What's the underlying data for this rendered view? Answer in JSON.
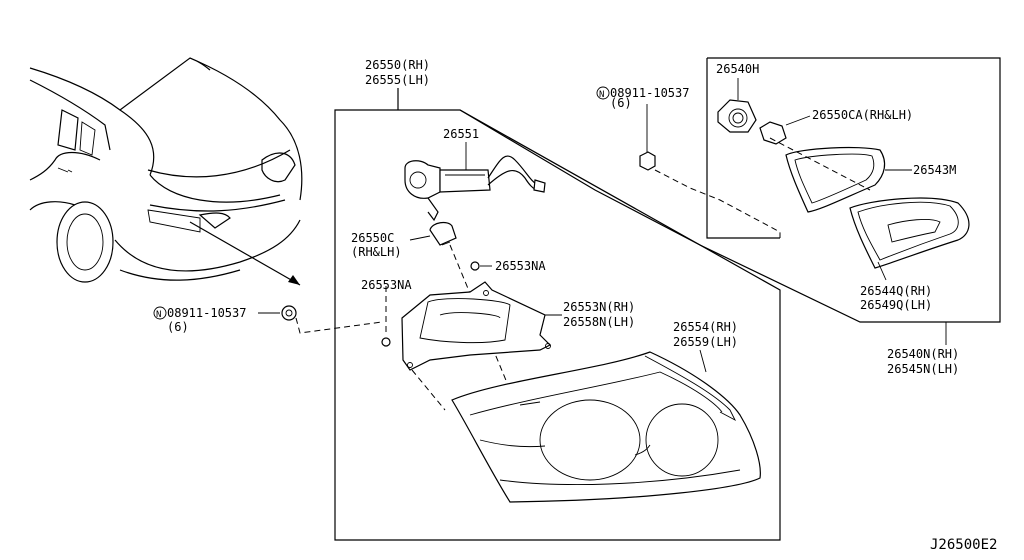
{
  "diagram_id": "J26500E2",
  "labels": {
    "housing_assy_rh": "26550(RH)",
    "housing_assy_lh": "26555(LH)",
    "harness": "26551",
    "bulb_c": "26550C",
    "bulb_c_side": "(RH&LH)",
    "nut_na_upper": "26553NA",
    "nut_na_left": "26553NA",
    "cover_rh": "26553N(RH)",
    "cover_lh": "26558N(LH)",
    "lens_rh": "26554(RH)",
    "lens_lh": "26559(LH)",
    "nut_left_part": "08911-10537",
    "nut_left_qty": "(6)",
    "nut_left_prefix": "N",
    "nut_right_part": "08911-10537",
    "nut_right_qty": "(6)",
    "nut_right_prefix": "N",
    "socket": "26540H",
    "bulb_ca": "26550CA(RH&LH)",
    "gasket": "26543M",
    "inner_lens_rh": "26544Q(RH)",
    "inner_lens_lh": "26549Q(LH)",
    "inner_assy_rh": "26540N(RH)",
    "inner_assy_lh": "26545N(LH)"
  }
}
